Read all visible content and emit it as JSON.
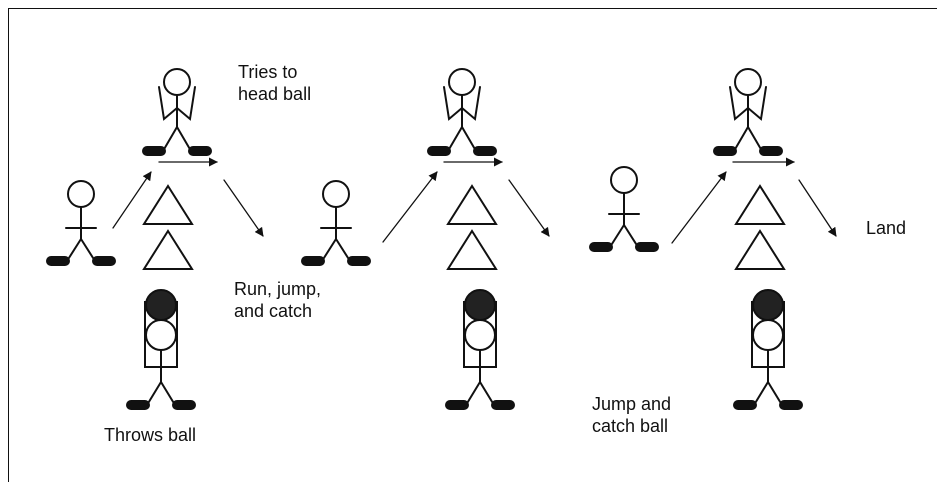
{
  "labels": {
    "tries_to_head_ball": "Tries to\nhead ball",
    "run_jump_catch": "Run, jump,\nand catch",
    "throws_ball": "Throws ball",
    "jump_and_catch_ball": "Jump and\ncatch ball",
    "land": "Land"
  },
  "colors": {
    "ink": "#111111",
    "ball": "#222222",
    "background": "#ffffff"
  },
  "figure_types": [
    "header-arms-up",
    "runner",
    "thrower-holding-ball",
    "cone-triangle",
    "movement-arrow"
  ],
  "stations": [
    {
      "station": 1,
      "sequence": [
        "runner",
        "header-arms-up",
        "cone-triangle",
        "cone-triangle",
        "thrower-holding-ball"
      ]
    },
    {
      "station": 2,
      "sequence": [
        "runner",
        "header-arms-up",
        "cone-triangle",
        "cone-triangle",
        "thrower-holding-ball"
      ]
    },
    {
      "station": 3,
      "sequence": [
        "runner",
        "header-arms-up",
        "cone-triangle",
        "cone-triangle",
        "thrower-holding-ball"
      ]
    }
  ]
}
